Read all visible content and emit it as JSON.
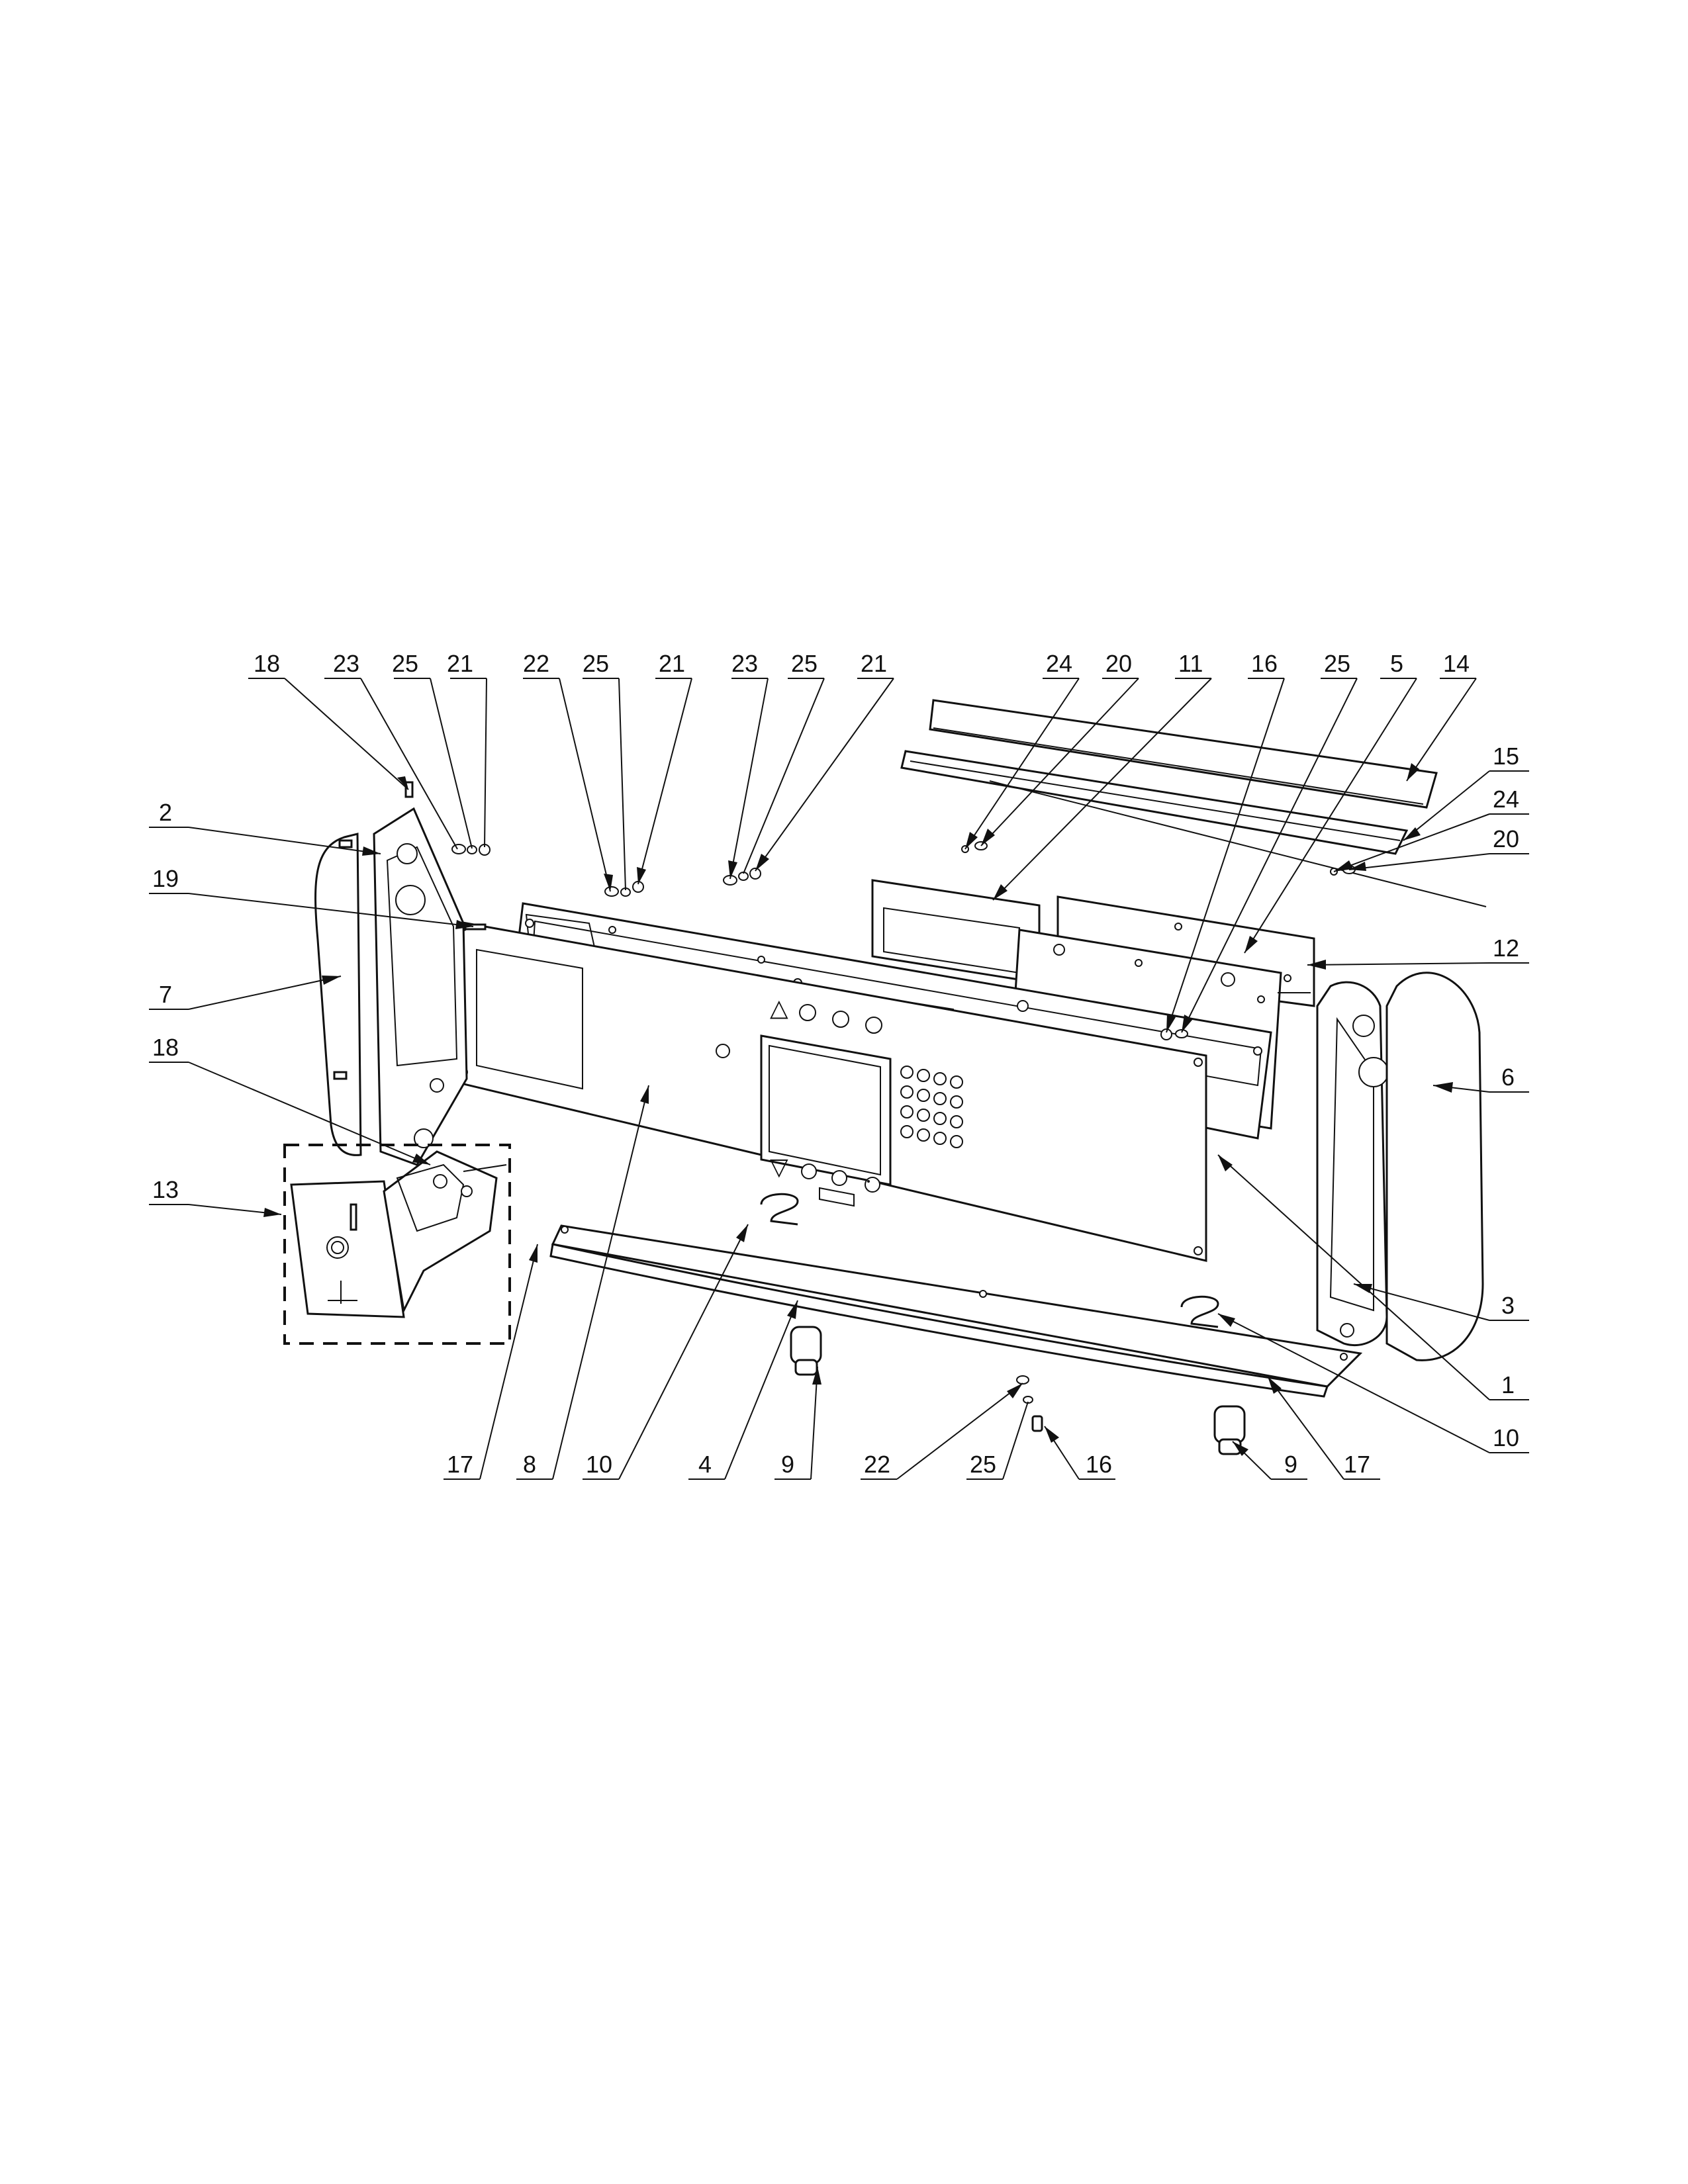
{
  "callouts": [
    {
      "id": "c18a",
      "label": "18"
    },
    {
      "id": "c23a",
      "label": "23"
    },
    {
      "id": "c25a",
      "label": "25"
    },
    {
      "id": "c21a",
      "label": "21"
    },
    {
      "id": "c22a",
      "label": "22"
    },
    {
      "id": "c25b",
      "label": "25"
    },
    {
      "id": "c21b",
      "label": "21"
    },
    {
      "id": "c23b",
      "label": "23"
    },
    {
      "id": "c25c",
      "label": "25"
    },
    {
      "id": "c21c",
      "label": "21"
    },
    {
      "id": "c24a",
      "label": "24"
    },
    {
      "id": "c20a",
      "label": "20"
    },
    {
      "id": "c11",
      "label": "11"
    },
    {
      "id": "c16a",
      "label": "16"
    },
    {
      "id": "c25d",
      "label": "25"
    },
    {
      "id": "c5",
      "label": "5"
    },
    {
      "id": "c14",
      "label": "14"
    },
    {
      "id": "c15",
      "label": "15"
    },
    {
      "id": "c24b",
      "label": "24"
    },
    {
      "id": "c20b",
      "label": "20"
    },
    {
      "id": "c12",
      "label": "12"
    },
    {
      "id": "c6",
      "label": "6"
    },
    {
      "id": "c3",
      "label": "3"
    },
    {
      "id": "c1",
      "label": "1"
    },
    {
      "id": "c10b",
      "label": "10"
    },
    {
      "id": "c2",
      "label": "2"
    },
    {
      "id": "c19",
      "label": "19"
    },
    {
      "id": "c7",
      "label": "7"
    },
    {
      "id": "c18b",
      "label": "18"
    },
    {
      "id": "c13",
      "label": "13"
    },
    {
      "id": "c17a",
      "label": "17"
    },
    {
      "id": "c8",
      "label": "8"
    },
    {
      "id": "c10a",
      "label": "10"
    },
    {
      "id": "c4",
      "label": "4"
    },
    {
      "id": "c9a",
      "label": "9"
    },
    {
      "id": "c22b",
      "label": "22"
    },
    {
      "id": "c25e",
      "label": "25"
    },
    {
      "id": "c16b",
      "label": "16"
    },
    {
      "id": "c9b",
      "label": "9"
    },
    {
      "id": "c17b",
      "label": "17"
    }
  ],
  "panel_symbols": {
    "up_arrow": "△",
    "down_arrow": "▽"
  }
}
